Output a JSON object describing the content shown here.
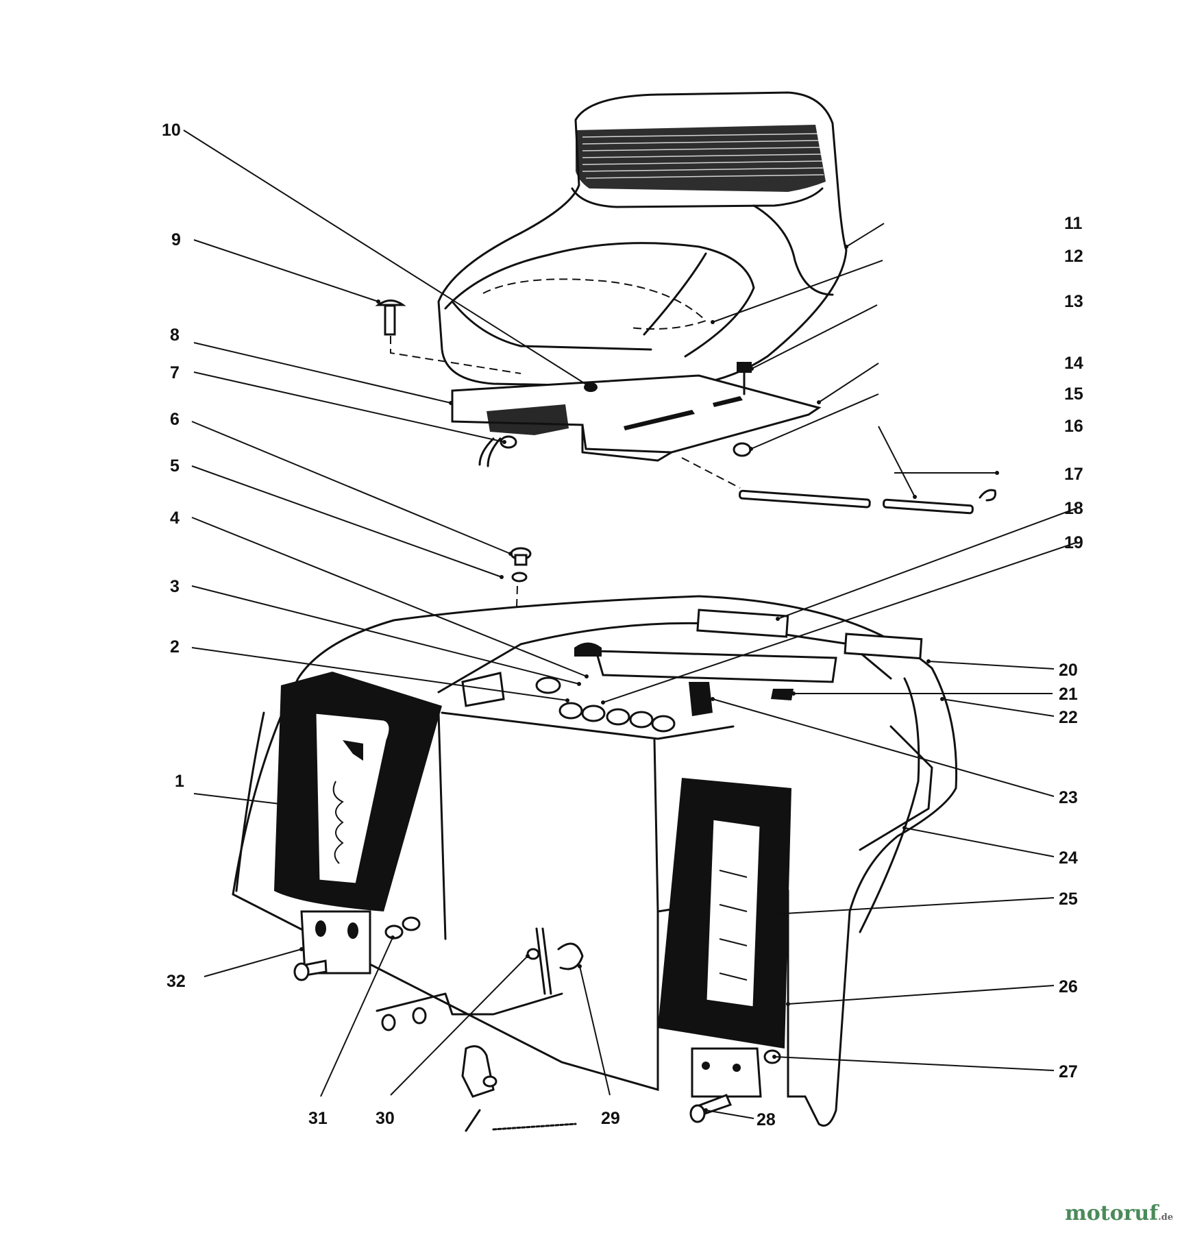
{
  "diagram": {
    "part_labels": [
      "1",
      "2",
      "3",
      "4",
      "5",
      "6",
      "7",
      "8",
      "9",
      "10",
      "11",
      "12",
      "13",
      "14",
      "15",
      "16",
      "17",
      "18",
      "19",
      "20",
      "21",
      "22",
      "23",
      "24",
      "25",
      "26",
      "27",
      "28",
      "29",
      "30",
      "31",
      "32"
    ]
  },
  "watermark": {
    "brand": "motoruf",
    "suffix": ".de"
  }
}
